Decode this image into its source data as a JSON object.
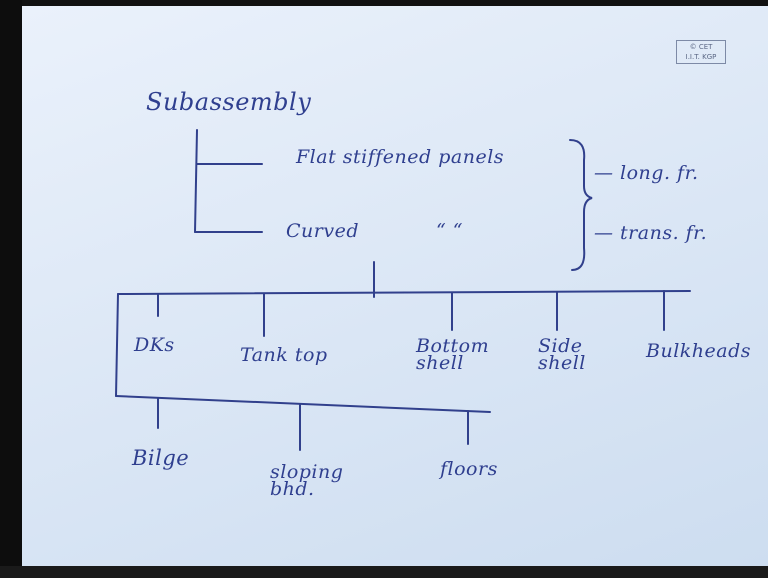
{
  "stamp": {
    "line1": "© CET",
    "line2": "I.I.T. KGP"
  },
  "heading": "Subassembly",
  "branches": {
    "flat": "Flat stiffened panels",
    "curved": "Curved",
    "ditto": "“        “"
  },
  "framing": {
    "long": "— long. fr.",
    "trans": "— trans. fr."
  },
  "components_row1": {
    "dks": "DKs",
    "tank_top": "Tank top",
    "bottom_shell": [
      "Bottom",
      "shell"
    ],
    "side_shell": [
      "Side",
      "shell"
    ],
    "bulkheads": "Bulkheads"
  },
  "components_row2": {
    "bilge": "Bilge",
    "sloping_bhd": [
      "sloping",
      "bhd."
    ],
    "floors": "floors"
  }
}
